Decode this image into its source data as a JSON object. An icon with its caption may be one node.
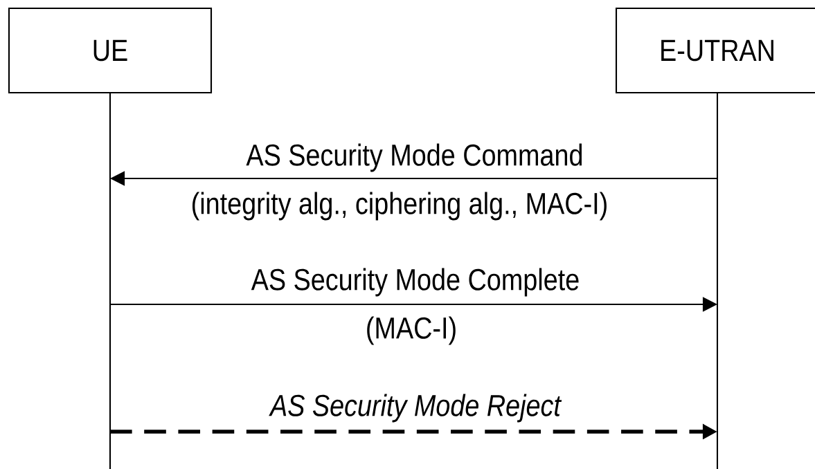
{
  "diagram": {
    "nodes": [
      {
        "text": [
          "UE"
        ]
      },
      {
        "text": [
          "E-UTRAN"
        ]
      }
    ],
    "edges": [
      {
        "from": 1,
        "to": 0,
        "arrow": "to",
        "label": "AS Security Mode Command"
      },
      {
        "from": 0,
        "to": 1,
        "arrow": "to",
        "label": "AS Security Mode Complete"
      },
      {
        "from": 0,
        "to": 1,
        "arrow": "to",
        "label": "AS Security Mode Reject",
        "style": "dashed"
      }
    ],
    "labels": [
      "(integrity alg., ciphering alg., MAC-I)",
      "(MAC-I)"
    ]
  }
}
